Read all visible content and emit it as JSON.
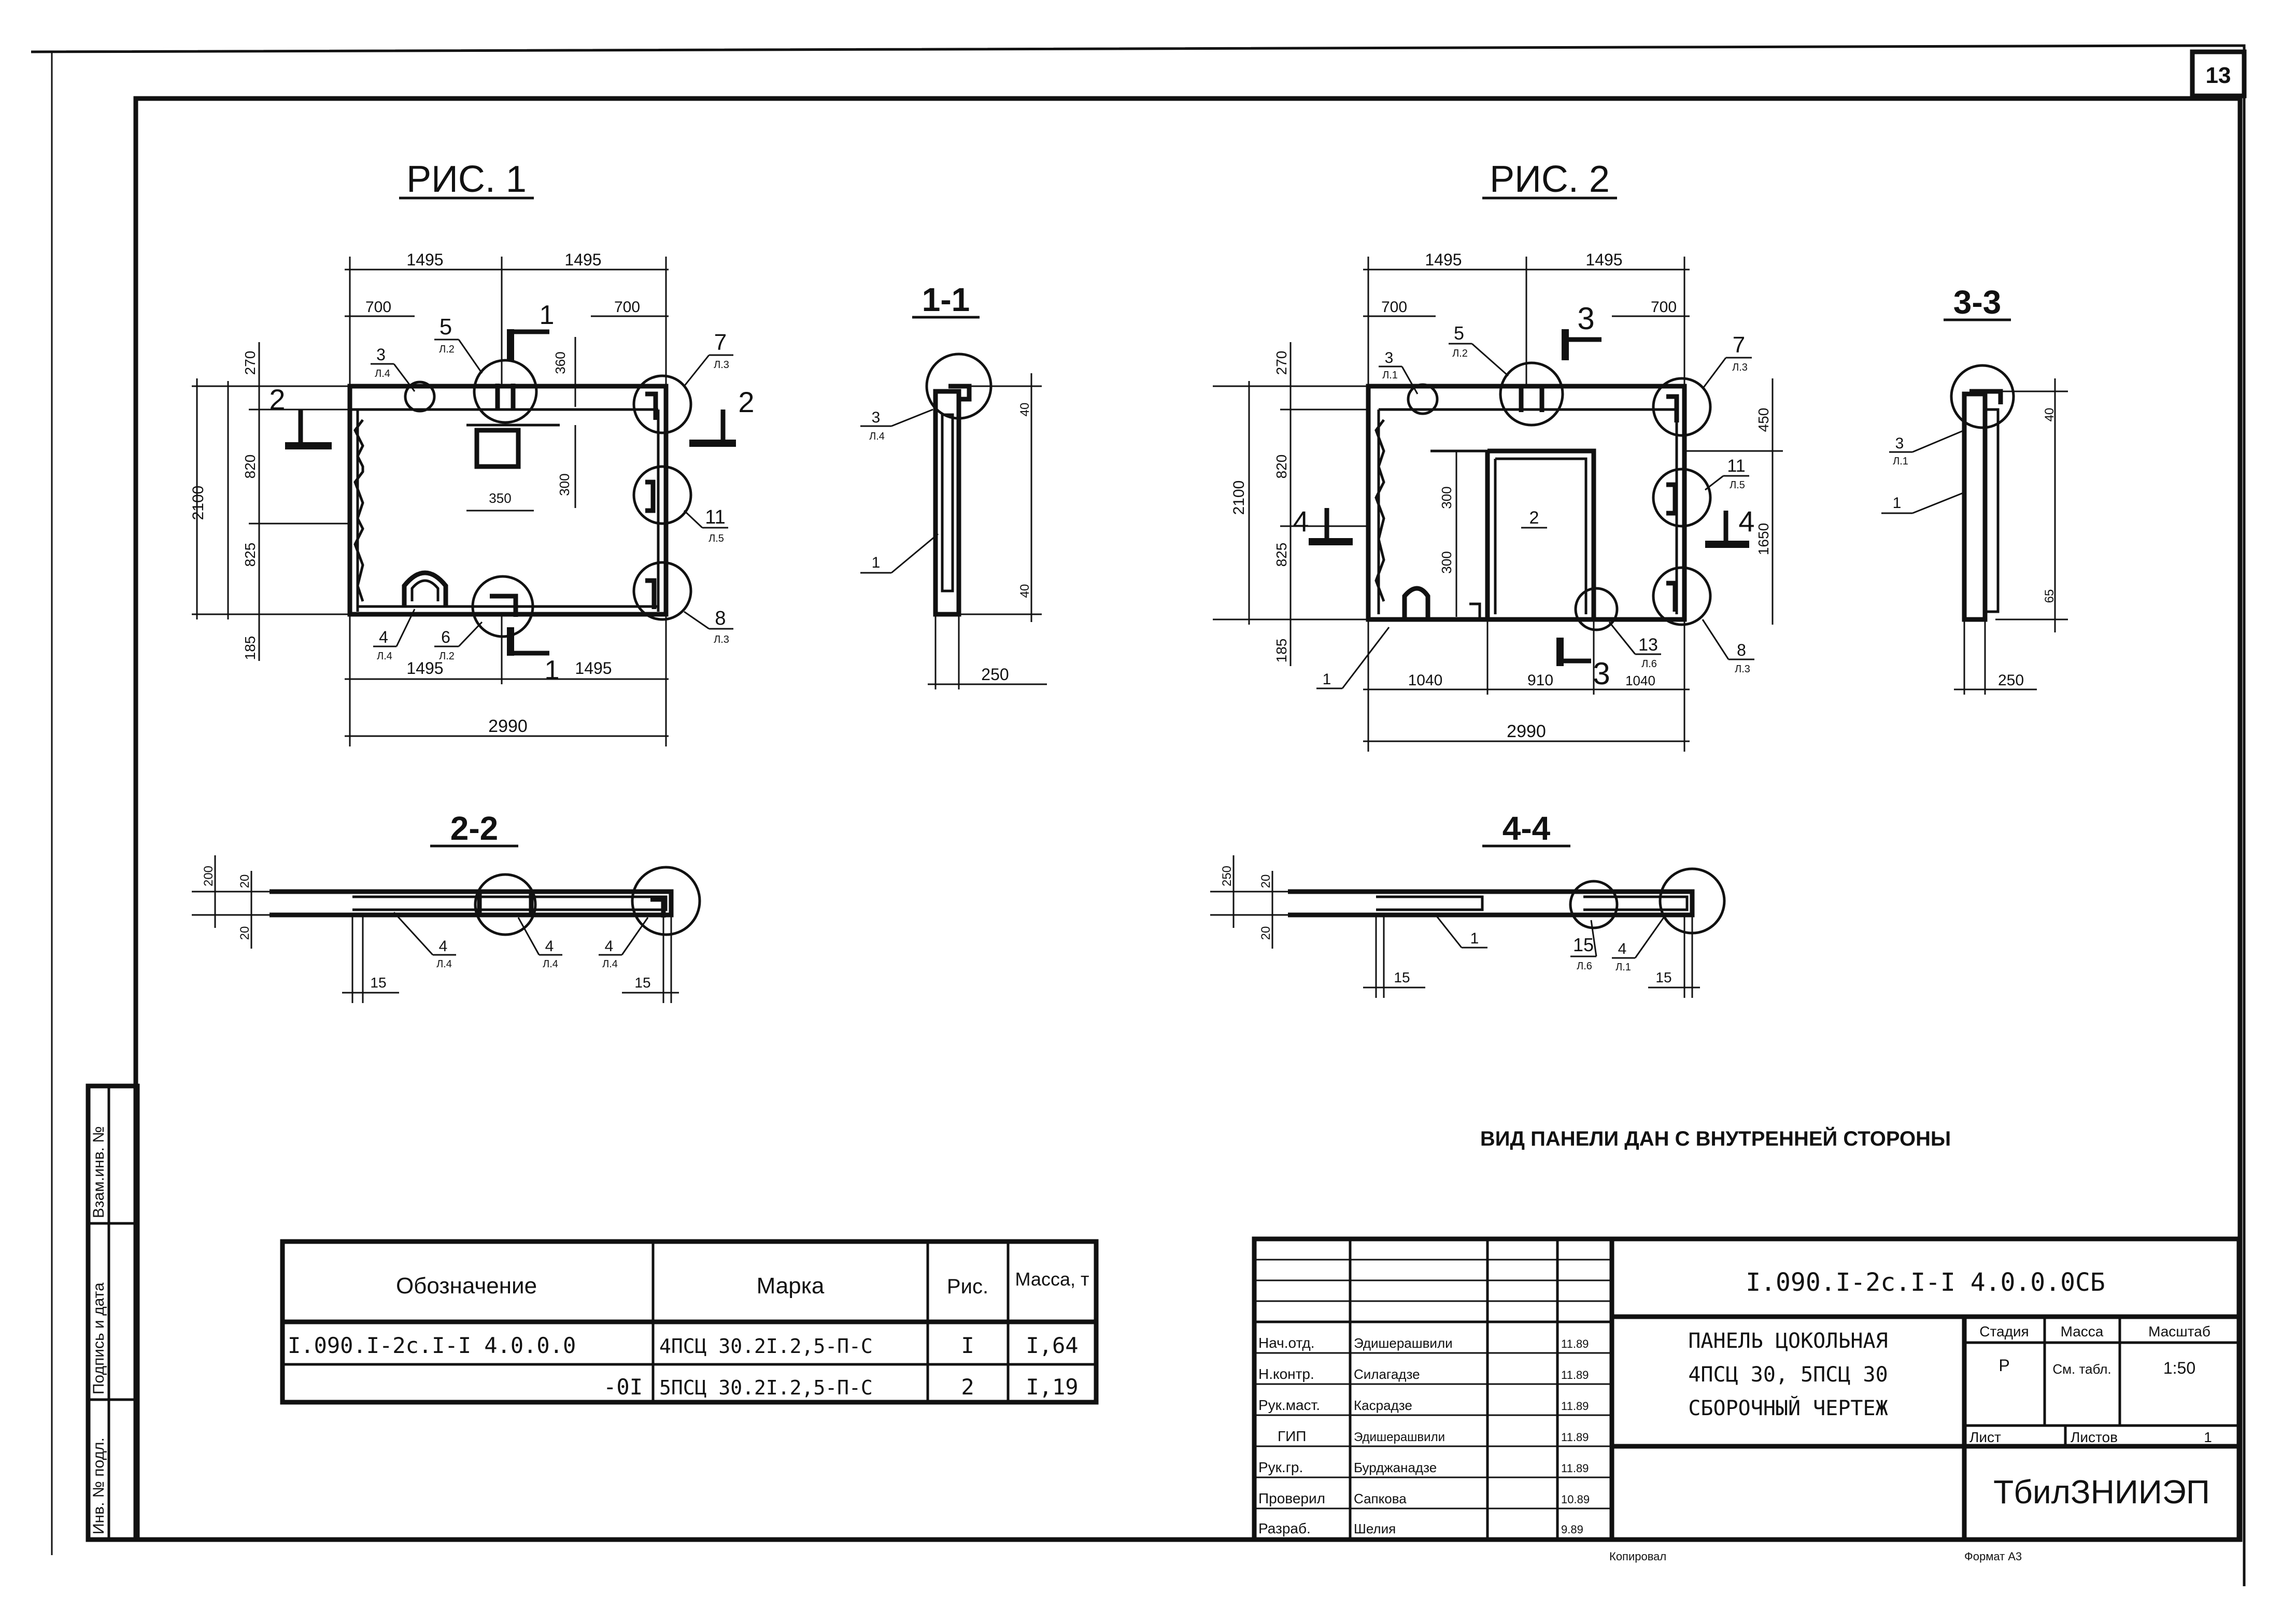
{
  "sheet": {
    "page_number": "13",
    "note": "ВИД ПАНЕЛИ ДАН С ВНУТРЕННЕЙ СТОРОНЫ",
    "copied": "Копировал",
    "format": "Формат А3"
  },
  "fig1": {
    "title": "РИС. 1",
    "dims": {
      "top_left": "1495",
      "top_right": "1495",
      "top_700_l": "700",
      "top_700_r": "700",
      "h_270": "270",
      "h_820": "820",
      "h_825": "825",
      "h_185": "185",
      "h_2100": "2100",
      "h_360": "360",
      "h_300": "300",
      "w_350": "350",
      "bot_left": "1495",
      "bot_right": "1495",
      "total": "2990"
    },
    "callouts": {
      "c3": "3",
      "c3s": "Л.4",
      "c5": "5",
      "c5s": "Л.2",
      "c7": "7",
      "c7s": "Л.3",
      "c11": "11",
      "c11s": "Л.5",
      "c8": "8",
      "c8s": "Л.3",
      "c4": "4",
      "c4s": "Л.4",
      "c6": "6",
      "c6s": "Л.2"
    },
    "sec_marks": {
      "s1": "1",
      "s2": "2"
    }
  },
  "sec11": {
    "title": "1-1",
    "labels": {
      "c3": "3",
      "c3s": "Л.4",
      "c1": "1",
      "d40a": "40",
      "d40b": "40",
      "d250": "250"
    }
  },
  "sec22": {
    "title": "2-2",
    "labels": {
      "d200": "200",
      "d20a": "20",
      "d20b": "20",
      "d15a": "15",
      "d15b": "15",
      "c4a": "4",
      "c4as": "Л.4",
      "c4b": "4",
      "c4bs": "Л.4",
      "c4c": "4",
      "c4cs": "Л.4"
    }
  },
  "fig2": {
    "title": "РИС. 2",
    "dims": {
      "top_left": "1495",
      "top_right": "1495",
      "top_700_l": "700",
      "top_700_r": "700",
      "h_270": "270",
      "h_820": "820",
      "h_825": "825",
      "h_185": "185",
      "h_2100": "2100",
      "h_450": "450",
      "h_1650": "1650",
      "h_300a": "300",
      "h_300b": "300",
      "w_1040a": "1040",
      "w_910": "910",
      "w_1040b": "1040",
      "total": "2990"
    },
    "callouts": {
      "c3": "3",
      "c3s": "Л.1",
      "c5": "5",
      "c5s": "Л.2",
      "c7": "7",
      "c7s": "Л.3",
      "c11": "11",
      "c11s": "Л.5",
      "c2": "2",
      "c1": "1",
      "c13": "13",
      "c13s": "Л.6",
      "c8": "8",
      "c8s": "Л.3"
    },
    "sec_marks": {
      "s3": "3",
      "s4": "4"
    }
  },
  "sec33": {
    "title": "3-3",
    "labels": {
      "c3": "3",
      "c3s": "Л.1",
      "c1": "1",
      "d40": "40",
      "d65": "65",
      "d250": "250"
    }
  },
  "sec44": {
    "title": "4-4",
    "labels": {
      "d250": "250",
      "d20a": "20",
      "d20b": "20",
      "d15a": "15",
      "d15b": "15",
      "c1": "1",
      "c15": "15",
      "c15s": "Л.6",
      "c4": "4",
      "c4s": "Л.1"
    }
  },
  "spec_table": {
    "headers": [
      "Обозначение",
      "Марка",
      "Рис.",
      "Масса, т"
    ],
    "rows": [
      [
        "I.090.I-2с.I-I 4.0.0.0",
        "4ПСЦ 30.2I.2,5-П-С",
        "I",
        "I,64"
      ],
      [
        "-0I",
        "5ПСЦ 30.2I.2,5-П-С",
        "2",
        "I,19"
      ]
    ]
  },
  "title_block": {
    "code": "I.090.I-2с.I-I 4.0.0.0СБ",
    "name_lines": [
      "ПАНЕЛЬ ЦОКОЛЬНАЯ",
      "4ПСЦ 30, 5ПСЦ 30",
      "СБОРОЧНЫЙ ЧЕРТЕЖ"
    ],
    "stage_headers": [
      "Стадия",
      "Масса",
      "Масштаб"
    ],
    "stage_values": [
      "Р",
      "См. табл.",
      "1:50"
    ],
    "sheet_label": "Лист",
    "sheets_label": "Листов",
    "sheets_value": "1",
    "org": "ТбилЗНИИЭП",
    "roles": [
      {
        "role": "Нач.отд.",
        "name": "Эдишерашвили",
        "date": "11.89"
      },
      {
        "role": "Н.контр.",
        "name": "Силагадзе",
        "date": "11.89"
      },
      {
        "role": "Рук.маст.",
        "name": "Касрадзе",
        "date": "11.89"
      },
      {
        "role": "ГИП",
        "name": "Эдишерашвили",
        "date": "11.89"
      },
      {
        "role": "Рук.гр.",
        "name": "Бурджанадзе",
        "date": "11.89"
      },
      {
        "role": "Проверил",
        "name": "Сапкова",
        "date": "10.89"
      },
      {
        "role": "Разраб.",
        "name": "Шелия",
        "date": "9.89"
      }
    ]
  },
  "side_stamp": {
    "cells": [
      "Инв. № подл.",
      "Подпись и дата",
      "Взам.инв. №"
    ]
  }
}
